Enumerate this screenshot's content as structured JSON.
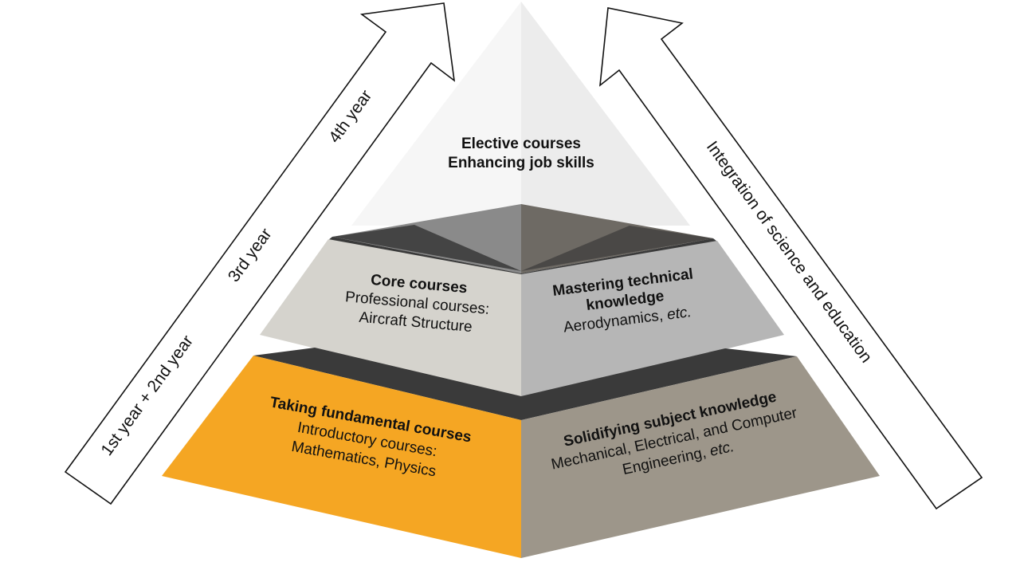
{
  "top_tier": {
    "line1": "Elective courses",
    "line2": "Enhancing job skills"
  },
  "middle_tier": {
    "left": {
      "title": "Core courses",
      "line1": "Professional courses:",
      "line2": "Aircraft Structure"
    },
    "right": {
      "title_line1": "Mastering technical",
      "title_line2": "knowledge",
      "line1_plain": "Aerodynamics, ",
      "line1_italic": "etc."
    }
  },
  "bottom_tier": {
    "left": {
      "title": "Taking fundamental courses",
      "line1": "Introductory courses:",
      "line2": "Mathematics, Physics"
    },
    "right": {
      "title": "Solidifying subject knowledge",
      "line1": "Mechanical, Electrical, and Computer",
      "line2_plain": "Engineering, ",
      "line2_italic": "etc."
    }
  },
  "left_arrow": {
    "label_year12": "1st year +  2nd year",
    "label_year3": "3rd year",
    "label_year4": "4th year"
  },
  "right_arrow": {
    "label": "Integration of science and education"
  },
  "colors": {
    "bottom_left": "#f5a623",
    "bottom_right": "#9d968a",
    "middle_left": "#d5d3cd",
    "middle_right": "#b6b6b6",
    "ledge": "#3a3a3a",
    "top_left": "#f6f6f6",
    "top_right": "#ececec"
  }
}
